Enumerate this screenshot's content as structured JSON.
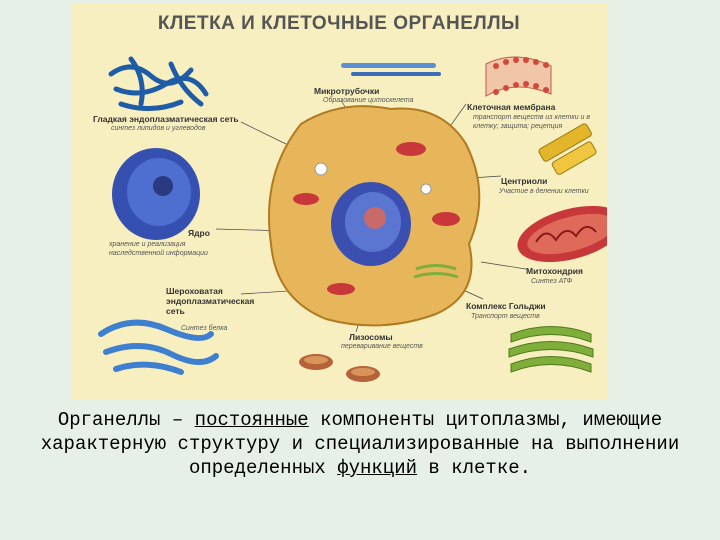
{
  "title": "КЛЕТКА И КЛЕТОЧНЫЕ ОРГАНЕЛЛЫ",
  "labels": {
    "smooth_er": {
      "name": "Гладкая эндоплазматическая сеть",
      "desc": "синтез липидов и углеводов"
    },
    "microtubules": {
      "name": "Микротрубочки",
      "desc": "Образование цитоскелета"
    },
    "membrane": {
      "name": "Клеточная мембрана",
      "desc": "транспорт веществ из клетки и в клетку; защита; рецепция"
    },
    "centrioles": {
      "name": "Центриоли",
      "desc": "Участие в делении клетки"
    },
    "nucleus": {
      "name": "Ядро",
      "desc": "хранение и реализация наследственной информации"
    },
    "mitochondria": {
      "name": "Митохондрия",
      "desc": "Синтез АТФ"
    },
    "rough_er": {
      "name": "Шероховатая эндоплазматическая сеть",
      "desc": "Синтез белка"
    },
    "golgi": {
      "name": "Комплекс Гольджи",
      "desc": "Транспорт веществ"
    },
    "lysosomes": {
      "name": "Лизосомы",
      "desc": "переваривание веществ"
    }
  },
  "caption": {
    "term": "Органеллы",
    "dash": " – ",
    "underlined_1": "постоянные",
    "text_1": " компоненты цитоплазмы, имеющие характерную структуру и специализированные на выполнении определенных ",
    "underlined_2": "функций",
    "text_2": " в клетке."
  },
  "colors": {
    "panel": "#f7efbf",
    "page": "#e6f0e6",
    "cytoplasm": "#e8b65a",
    "nucleus": "#3a4fb0",
    "mitochondria": "#c8383a",
    "er_blue": "#3f7fd0",
    "golgi": "#7fae3a",
    "centriole": "#e3b52a"
  }
}
